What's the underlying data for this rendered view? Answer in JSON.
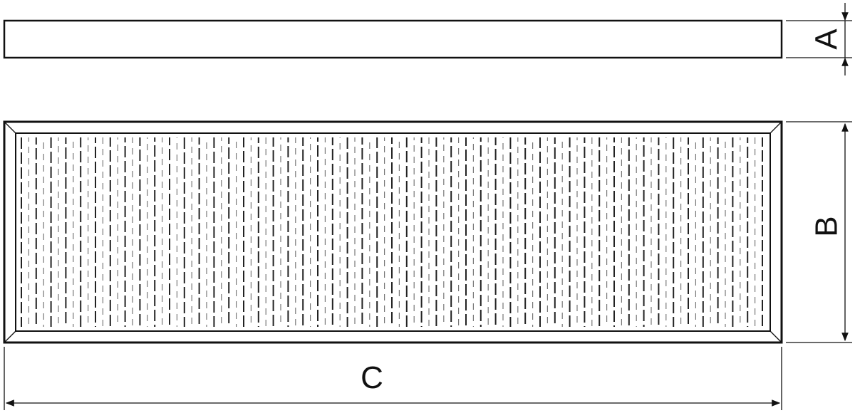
{
  "diagram": {
    "labels": {
      "thickness": "A",
      "height": "B",
      "width": "C"
    },
    "colors": {
      "line": "#111111",
      "background": "#ffffff"
    }
  }
}
